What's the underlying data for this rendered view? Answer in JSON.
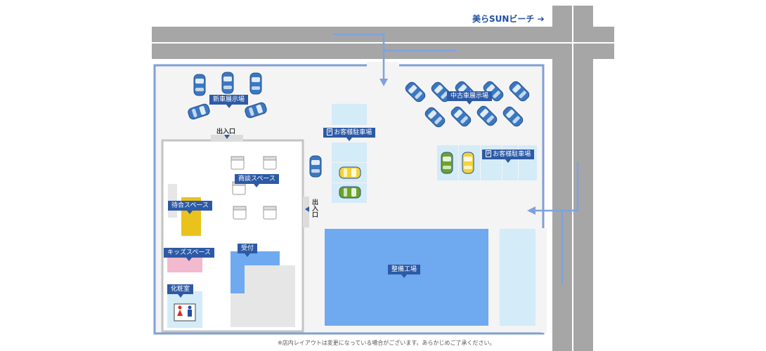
{
  "beach_link": {
    "label": "美らSUNビーチ",
    "arrow_icon": "arrow-right-icon"
  },
  "labels": {
    "new_car": "新車展示場",
    "used_car": "中古車展示場",
    "customer_parking": "お客様駐車場",
    "customer_parking_2": "お客様駐車場",
    "parking_mark": "P",
    "negotiation": "商談スペース",
    "waiting": "待合スペース",
    "kids": "キッズスペース",
    "restroom": "化粧室",
    "reception": "受付",
    "service_shop": "整備工場",
    "entrance_top": "出入口",
    "entrance_side": "出入口"
  },
  "footer_note": "※店内レイアウトは変更になっている場合がございます。あらかじめご了承ください。",
  "colors": {
    "road": "#a6a6a6",
    "road_line": "#ffffff",
    "lot_border": "#7f9fd6",
    "lot_fill": "#f4f4f4",
    "label_bg": "#2d5aa6",
    "car_blue": "#3a78c4",
    "car_yellow": "#f3d33a",
    "car_green": "#6aa42a",
    "parking_space": "#d4ebf8",
    "service_shop": "#6fa9ef",
    "kids": "#f2b9cf",
    "waiting_sofa": "#e9c21c",
    "flow_arrow": "#7fa2dd"
  }
}
